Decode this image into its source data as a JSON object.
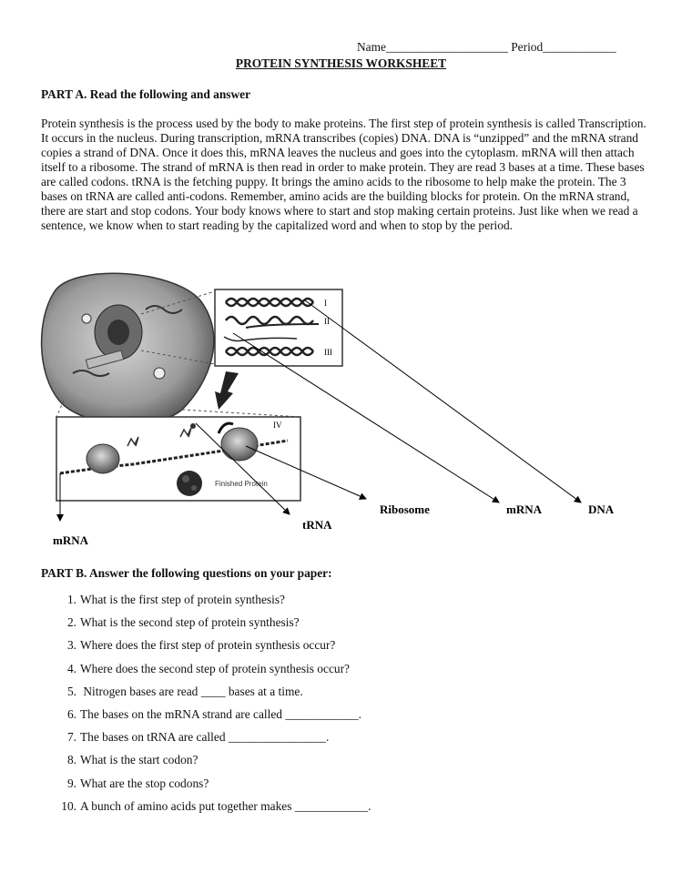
{
  "header": {
    "name_line": "Name____________________ Period____________",
    "title": "PROTEIN SYNTHESIS WORKSHEET"
  },
  "part_a": {
    "heading": "PART A. Read the following and answer",
    "paragraph": "Protein synthesis is the process used by the body to make proteins.  The first step of protein synthesis is called Transcription.  It occurs in the nucleus.  During transcription, mRNA transcribes (copies) DNA.  DNA is “unzipped” and the mRNA strand copies a strand of DNA.  Once it does this, mRNA leaves the nucleus and goes into the cytoplasm.  mRNA will then attach itself to a ribosome.  The strand of mRNA is then read in order to make protein.  They are read 3 bases at a time.  These bases are called codons.  tRNA is the fetching puppy.  It brings the amino acids to the ribosome to help make the protein.  The 3 bases on tRNA are called anti-codons.  Remember, amino acids are the building blocks for protein. On the mRNA strand, there are start and stop codons.  Your body knows where to start and stop making certain proteins.  Just like when we read a sentence, we know when to start reading by the capitalized word and when to stop by the period."
  },
  "diagram": {
    "roman": [
      "I",
      "II",
      "III",
      "IV"
    ],
    "finished_protein": "Finished Protein",
    "labels": {
      "mrna_bottom": "mRNA",
      "trna": "tRNA",
      "ribosome": "Ribosome",
      "mrna_right": "mRNA",
      "dna": "DNA"
    }
  },
  "part_b": {
    "heading": "PART B.  Answer the following questions on your paper:",
    "questions": [
      {
        "num": "1.",
        "text": "What is the first step of protein synthesis?"
      },
      {
        "num": "2.",
        "text": "What is the second step of protein synthesis?"
      },
      {
        "num": "3.",
        "text": "Where does the first step of protein synthesis occur?"
      },
      {
        "num": "4.",
        "text": "Where does the second step of protein synthesis occur?"
      },
      {
        "num": "5.",
        "text": " Nitrogen bases are read ____ bases at a time."
      },
      {
        "num": "6.",
        "text": "The bases on the mRNA strand are called ____________."
      },
      {
        "num": "7.",
        "text": "The bases on tRNA are called ________________."
      },
      {
        "num": "8.",
        "text": "What is the start codon?"
      },
      {
        "num": "9.",
        "text": "What are the stop codons?"
      },
      {
        "num": "10.",
        "text": "A bunch of amino acids put together makes ____________."
      }
    ]
  }
}
